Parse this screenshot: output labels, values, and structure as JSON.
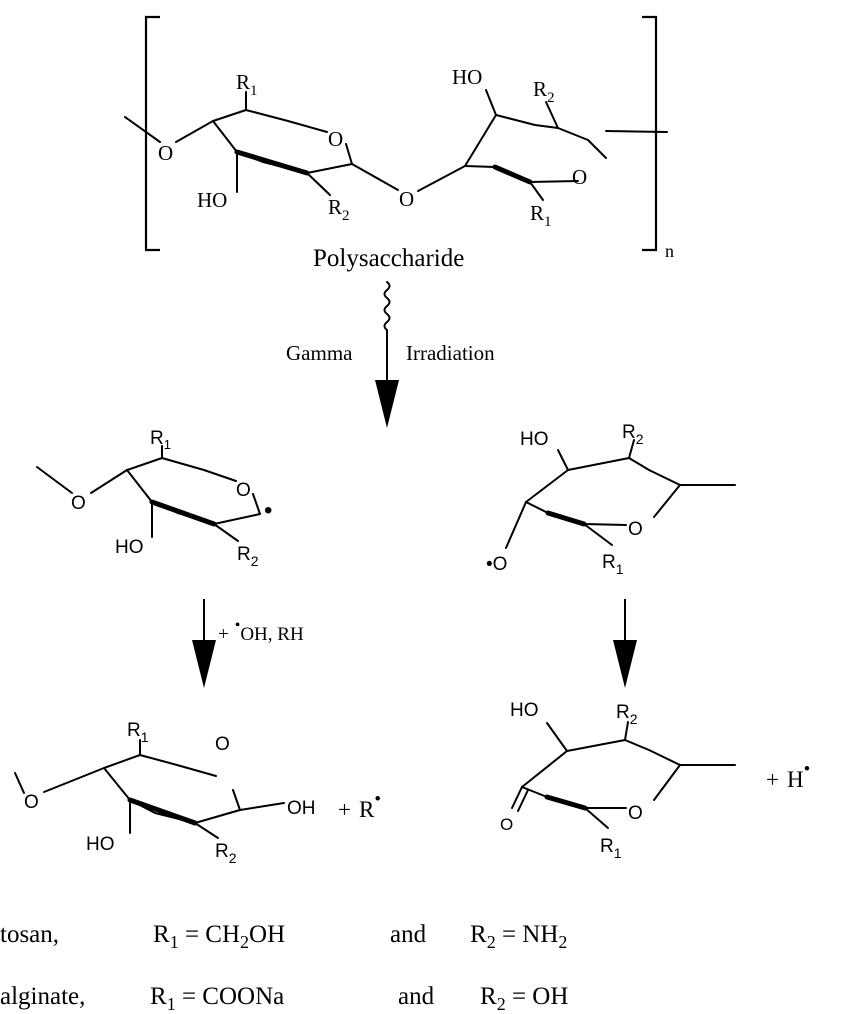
{
  "polymer": {
    "label": "Polysaccharide",
    "repeat_subscript": "n",
    "r1_main": "R",
    "r1_sub": "1",
    "r2_main": "R",
    "r2_sub": "2",
    "ho": "HO",
    "ring_o": "O",
    "bridge_o": "O",
    "end_o": "O"
  },
  "process": {
    "left_label": "Gamma",
    "right_label": "Irradiation"
  },
  "intermediates": {
    "left": {
      "r1_main": "R",
      "r1_sub": "1",
      "r2_main": "R",
      "r2_sub": "2",
      "ho": "HO",
      "ring_o": "O",
      "end_o": "O",
      "radical_dot": "•"
    },
    "right": {
      "r1_main": "R",
      "r1_sub": "1",
      "r2_main": "R",
      "r2_sub": "2",
      "ho": "HO",
      "ring_o": "O",
      "radical_o": "•O"
    }
  },
  "reagent": {
    "plus": "+",
    "dot": "•",
    "text": "OH, RH"
  },
  "products": {
    "left": {
      "r1_main": "R",
      "r1_sub": "1",
      "r2_main": "R",
      "r2_sub": "2",
      "ho": "HO",
      "ring_o": "O",
      "end_o": "O",
      "oh": "OH"
    },
    "left_byproduct": {
      "plus": "+",
      "main": "R",
      "dot": "•"
    },
    "right": {
      "r1_main": "R",
      "r1_sub": "1",
      "r2_main": "R",
      "r2_sub": "2",
      "ho": "HO",
      "ring_o": "O",
      "keto_o": "O"
    },
    "right_byproduct": {
      "plus": "+",
      "main": "H",
      "dot": "•"
    }
  },
  "legend": [
    {
      "name": "tosan,",
      "r1": "R",
      "r1_sub": "1",
      "r1_eq": " = CH",
      "r1_sub2": "2",
      "r1_end": "OH",
      "and": "and",
      "r2": "R",
      "r2_sub": "2",
      "r2_eq": " = NH",
      "r2_sub2": "2"
    },
    {
      "name": "alginate,",
      "r1": "R",
      "r1_sub": "1",
      "r1_eq": " = COONa",
      "and": "and",
      "r2": "R",
      "r2_sub": "2",
      "r2_eq": " = OH"
    }
  ]
}
